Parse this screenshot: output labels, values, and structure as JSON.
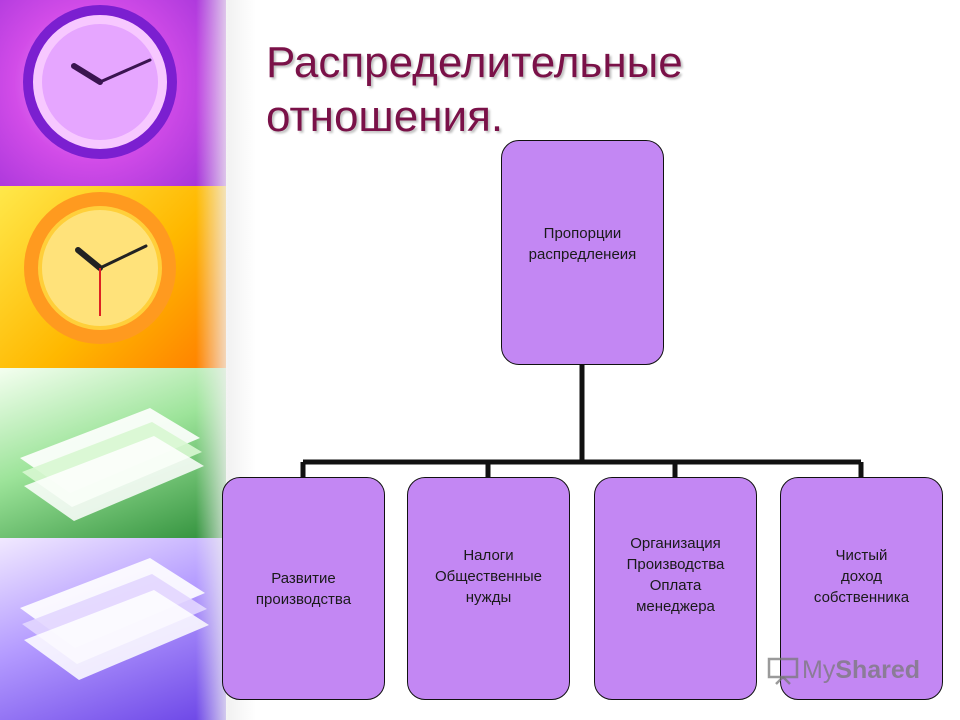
{
  "slide": {
    "title": "Распределительные\nотношения.",
    "accent_title_color": "#7a1148",
    "node_fill": "#c387f3"
  },
  "diagram": {
    "root": {
      "label": "Пропорции\nраспредленеия"
    },
    "children": [
      {
        "label": "Развитие\nпроизводства"
      },
      {
        "label": "Налоги\nОбщественные\nнужды"
      },
      {
        "label": "Организация\nПроизводства\nОплата\nменеджера"
      },
      {
        "label": "Чистый\nдоход\nсобственника"
      }
    ]
  },
  "watermark": {
    "my": "My",
    "shared": "Shared",
    "icon": "projector-screen-icon"
  }
}
